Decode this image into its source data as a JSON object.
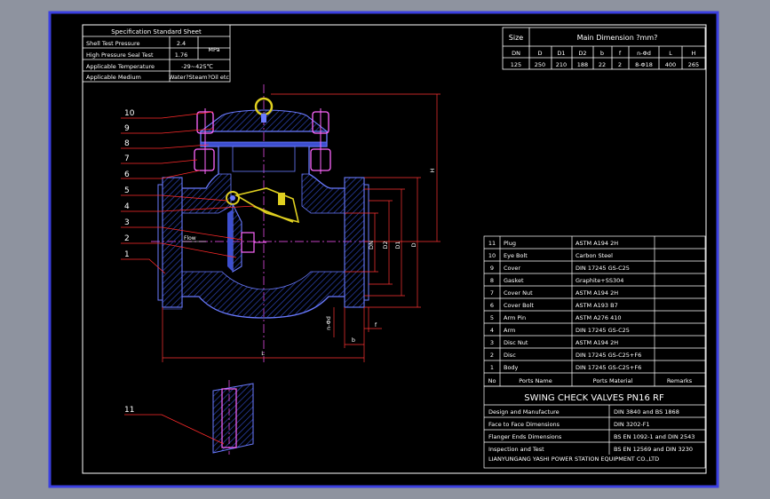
{
  "spec_sheet": {
    "title": "Specification Standard Sheet",
    "rows": [
      {
        "label": "Shell Test Pressure",
        "value": "2.4",
        "unit": "MPa"
      },
      {
        "label": "High Pressure Seal Test",
        "value": "1.76",
        "unit": ""
      },
      {
        "label": "Applicable Temperature",
        "value": "-29~425℃",
        "unit": ""
      },
      {
        "label": "Applicable Medium",
        "value": "Water?Steam?Oil etc",
        "unit": ""
      }
    ]
  },
  "dimension_table": {
    "size_label": "Size",
    "title": "Main Dimension ?mm?",
    "headers": [
      "DN",
      "D",
      "D1",
      "D2",
      "b",
      "f",
      "n-Φd",
      "L",
      "H"
    ],
    "values": [
      "125",
      "250",
      "210",
      "188",
      "22",
      "2",
      "8-Φ18",
      "400",
      "265"
    ]
  },
  "callouts": [
    "10",
    "9",
    "8",
    "7",
    "6",
    "5",
    "4",
    "3",
    "2",
    "1"
  ],
  "detail_callout": "11",
  "labels": {
    "flow": "Flow",
    "length": "L",
    "height": "H",
    "dim_vertical": [
      "DN",
      "D2",
      "D1",
      "D"
    ],
    "bolt_holes": "n-Φd",
    "b": "b",
    "f": "f"
  },
  "parts": {
    "rows": [
      {
        "no": "11",
        "name": "Plug",
        "material": "ASTM A194 2H",
        "remarks": ""
      },
      {
        "no": "10",
        "name": "Eye Bolt",
        "material": "Carbon Steel",
        "remarks": ""
      },
      {
        "no": "9",
        "name": "Cover",
        "material": "DIN 17245 GS-C25",
        "remarks": ""
      },
      {
        "no": "8",
        "name": "Gasket",
        "material": "Graphite+SS304",
        "remarks": ""
      },
      {
        "no": "7",
        "name": "Cover Nut",
        "material": "ASTM A194 2H",
        "remarks": ""
      },
      {
        "no": "6",
        "name": "Cover Bolt",
        "material": "ASTM A193 B7",
        "remarks": ""
      },
      {
        "no": "5",
        "name": "Arm Pin",
        "material": "ASTM A276 410",
        "remarks": ""
      },
      {
        "no": "4",
        "name": "Arm",
        "material": "DIN 17245 GS-C25",
        "remarks": ""
      },
      {
        "no": "3",
        "name": "Disc Nut",
        "material": "ASTM A194 2H",
        "remarks": ""
      },
      {
        "no": "2",
        "name": "Disc",
        "material": "DIN 17245 GS-C25+F6",
        "remarks": ""
      },
      {
        "no": "1",
        "name": "Body",
        "material": "DIN 17245 GS-C25+F6",
        "remarks": ""
      }
    ],
    "headers": {
      "no": "No",
      "name": "Ports Name",
      "material": "Ports Material",
      "remarks": "Remarks"
    }
  },
  "title_block": {
    "title": "SWING CHECK VALVES PN16 RF",
    "rows": [
      {
        "label": "Design and Manufacture",
        "value": "DIN 3840 and BS 1868"
      },
      {
        "label": "Face to Face Dimensions",
        "value": "DIN 3202-F1"
      },
      {
        "label": "Flanger Ends Dimensions",
        "value": "BS EN 1092-1 and DIN 2543"
      },
      {
        "label": "Inspection and Test",
        "value": "BS EN 12569 and DIN 3230"
      }
    ],
    "company": "LIANYUNGANG YASHI POWER STATION EQUIPMENT CO.,LTD"
  },
  "colors": {
    "background": "#000000",
    "outer_frame": "#3a3fe0",
    "border": "#ffffff",
    "callout_line": "#ff2a2a",
    "valve_outline": "#6b7bff",
    "bolt": "#ff66ff",
    "centerline": "#ff55ff",
    "arm": "#e0d020",
    "dimension": "#ff3333",
    "surface": "#2d45b5"
  }
}
